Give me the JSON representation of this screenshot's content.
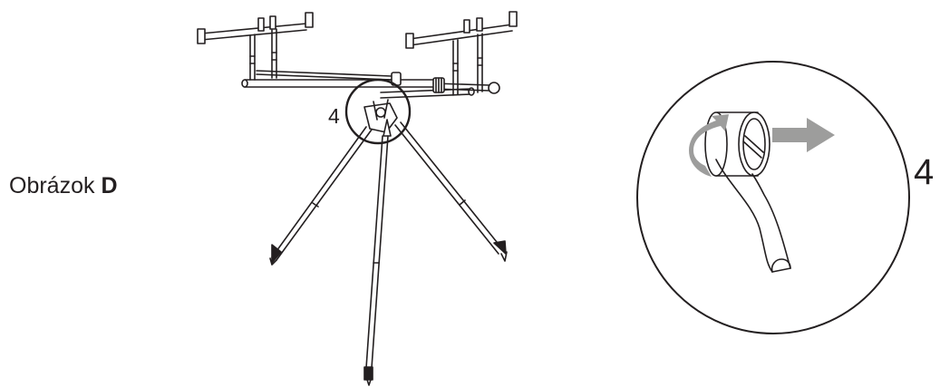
{
  "caption": {
    "prefix": "Obrázok ",
    "figure_letter": "D"
  },
  "callouts": {
    "overview_number": "4",
    "detail_number": "4"
  },
  "colors": {
    "line": "#231f20",
    "arrow": "#9d9d9c",
    "background": "#ffffff"
  }
}
